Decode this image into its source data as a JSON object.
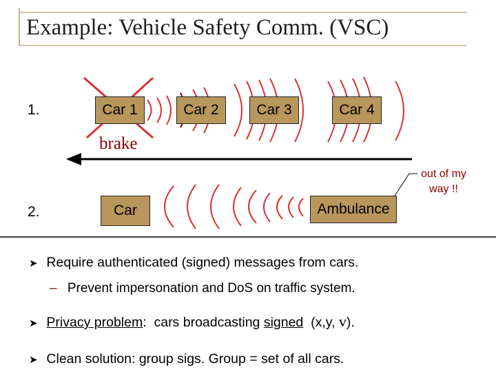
{
  "title": "Example:   Vehicle Safety Comm.  (VSC)",
  "scenario1": {
    "number": "1.",
    "cars": [
      "Car 1",
      "Car 2",
      "Car 3",
      "Car 4"
    ],
    "brake_label": "brake"
  },
  "scenario2": {
    "number": "2.",
    "car_label": "Car",
    "ambulance_label": "Ambulance",
    "callout_line1": "out of my",
    "callout_line2": "way !!"
  },
  "bullets": {
    "b1": "Require authenticated (signed) messages from cars.",
    "b1_sub": "Prevent impersonation and DoS on traffic system.",
    "b2_part1": "Privacy problem",
    "b2_part2": ":  cars broadcasting ",
    "b2_part3": "signed",
    "b2_part4": "  (x,y, ",
    "b2_v": "v",
    "b2_part5": ").",
    "b3": "Clean solution:  group sigs.   Group = set of all cars."
  },
  "colors": {
    "car_fill": "#b8965c",
    "wave_red": "#dc2f2f",
    "title_rule": "#c9b37a",
    "callout_red": "#8b0000"
  },
  "icons": {
    "bullet": "right-arrowhead-icon",
    "cross": "x-cross-icon"
  }
}
